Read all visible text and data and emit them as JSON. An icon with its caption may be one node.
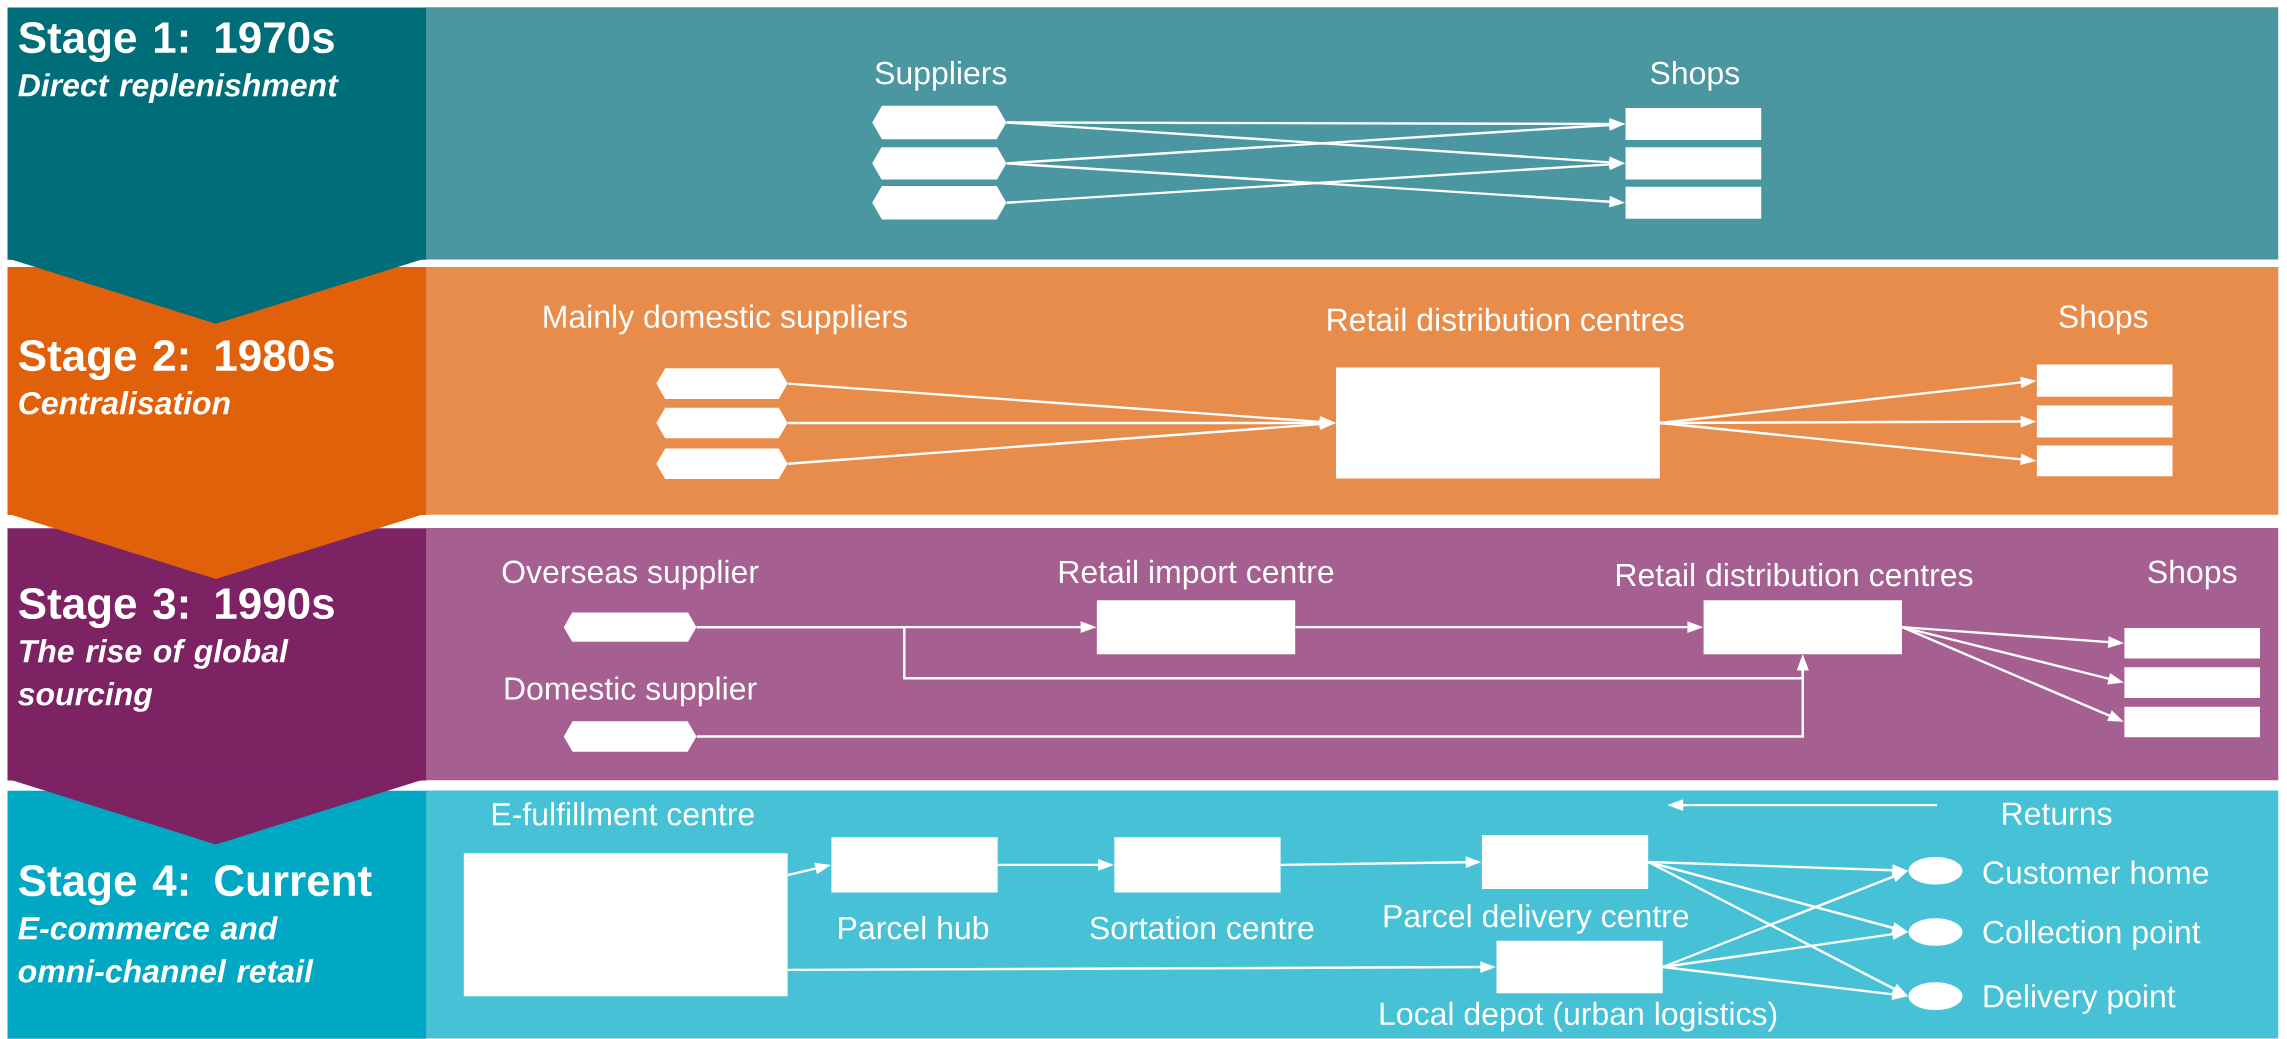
{
  "diagram": {
    "nodes": [
      {
        "text": [
          "Stage 1: 1970s",
          "Direct replenishment"
        ]
      },
      {
        "text": [],
        "shape": "hexagon"
      },
      {
        "text": [],
        "shape": "hexagon"
      },
      {
        "text": [],
        "shape": "hexagon"
      },
      {
        "text": [],
        "shape": "box"
      },
      {
        "text": [],
        "shape": "box"
      },
      {
        "text": [],
        "shape": "box"
      },
      {
        "text": [
          "Stage 2: 1980s",
          "Centralisation"
        ]
      },
      {
        "text": [],
        "shape": "hexagon"
      },
      {
        "text": [],
        "shape": "hexagon"
      },
      {
        "text": [],
        "shape": "hexagon"
      },
      {
        "text": [],
        "shape": "box",
        "beside": [
          "Retail distribution centres"
        ]
      },
      {
        "text": [],
        "shape": "box"
      },
      {
        "text": [],
        "shape": "box"
      },
      {
        "text": [],
        "shape": "box"
      },
      {
        "text": [
          "Stage 3: 1990s",
          "The rise of global sourcing"
        ]
      },
      {
        "text": [],
        "shape": "hexagon",
        "beside": [
          "Overseas supplier"
        ]
      },
      {
        "text": [],
        "shape": "hexagon",
        "beside": [
          "Domestic supplier"
        ]
      },
      {
        "text": [],
        "shape": "box",
        "beside": [
          "Retail import centre"
        ]
      },
      {
        "text": [],
        "shape": "box",
        "beside": [
          "Retail distribution centres"
        ]
      },
      {
        "text": [],
        "shape": "box"
      },
      {
        "text": [],
        "shape": "box"
      },
      {
        "text": [],
        "shape": "box"
      },
      {
        "text": [
          "Stage 4: Current",
          "E-commerce and omni-channel retail"
        ]
      },
      {
        "text": [],
        "shape": "box",
        "beside": [
          "E-fulfillment centre"
        ]
      },
      {
        "text": [],
        "shape": "box",
        "beside": [
          "Parcel hub"
        ]
      },
      {
        "text": [],
        "shape": "box",
        "beside": [
          "Sortation centre"
        ]
      },
      {
        "text": [],
        "shape": "box",
        "beside": [
          "Parcel delivery centre"
        ]
      },
      {
        "text": [],
        "shape": "box",
        "beside": [
          "Local depot (urban logistics)"
        ]
      },
      {
        "text": [],
        "shape": "ellipse",
        "beside": [
          "Customer home"
        ]
      },
      {
        "text": [],
        "shape": "ellipse",
        "beside": [
          "Collection point"
        ]
      },
      {
        "text": [],
        "shape": "ellipse",
        "beside": [
          "Delivery point"
        ]
      }
    ],
    "edges": [
      {
        "from": 1,
        "to": 4,
        "arrow": "to"
      },
      {
        "from": 1,
        "to": 5,
        "arrow": "to"
      },
      {
        "from": 2,
        "to": 4,
        "arrow": "to"
      },
      {
        "from": 2,
        "to": 6,
        "arrow": "to"
      },
      {
        "from": 3,
        "to": 5,
        "arrow": "to"
      },
      {
        "from": 8,
        "to": 11,
        "arrow": "to"
      },
      {
        "from": 9,
        "to": 11,
        "arrow": "to"
      },
      {
        "from": 10,
        "to": 11,
        "arrow": "to"
      },
      {
        "from": 11,
        "to": 12,
        "arrow": "to"
      },
      {
        "from": 11,
        "to": 13,
        "arrow": "to"
      },
      {
        "from": 11,
        "to": 14,
        "arrow": "to"
      },
      {
        "from": 16,
        "to": 18,
        "arrow": "to"
      },
      {
        "from": 16,
        "to": 19,
        "arrow": "to"
      },
      {
        "from": 17,
        "to": 19,
        "arrow": "to"
      },
      {
        "from": 18,
        "to": 19,
        "arrow": "to"
      },
      {
        "from": 19,
        "to": 20,
        "arrow": "to"
      },
      {
        "from": 19,
        "to": 21,
        "arrow": "to"
      },
      {
        "from": 19,
        "to": 22,
        "arrow": "to"
      },
      {
        "from": 24,
        "to": 25,
        "arrow": "to"
      },
      {
        "from": 25,
        "to": 26,
        "arrow": "to"
      },
      {
        "from": 26,
        "to": 27,
        "arrow": "to"
      },
      {
        "from": 24,
        "to": 28,
        "arrow": "to"
      },
      {
        "from": 27,
        "to": 29,
        "arrow": "to"
      },
      {
        "from": 27,
        "to": 30,
        "arrow": "to"
      },
      {
        "from": 27,
        "to": 31,
        "arrow": "to"
      },
      {
        "from": 28,
        "to": 29,
        "arrow": "to"
      },
      {
        "from": 28,
        "to": 30,
        "arrow": "to"
      },
      {
        "from": 28,
        "to": 31,
        "arrow": "to"
      }
    ],
    "labels": [
      "Suppliers",
      "Shops",
      "Mainly domestic suppliers",
      "Shops",
      "Shops",
      "Returns"
    ]
  }
}
